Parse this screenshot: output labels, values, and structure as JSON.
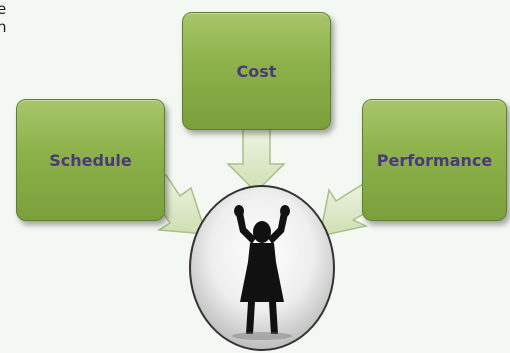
{
  "clipped_text": [
    "e",
    "n"
  ],
  "diagram": {
    "center": "Cost",
    "left": "Schedule",
    "right": "Performance"
  },
  "colors": {
    "box_fill": "#8cb14a",
    "box_text": "#4a3a78",
    "arrow_fill": "#dce8c6",
    "arrow_stroke": "#a9bf87"
  },
  "icons": {
    "hub": "person-arms-raised-silhouette"
  }
}
